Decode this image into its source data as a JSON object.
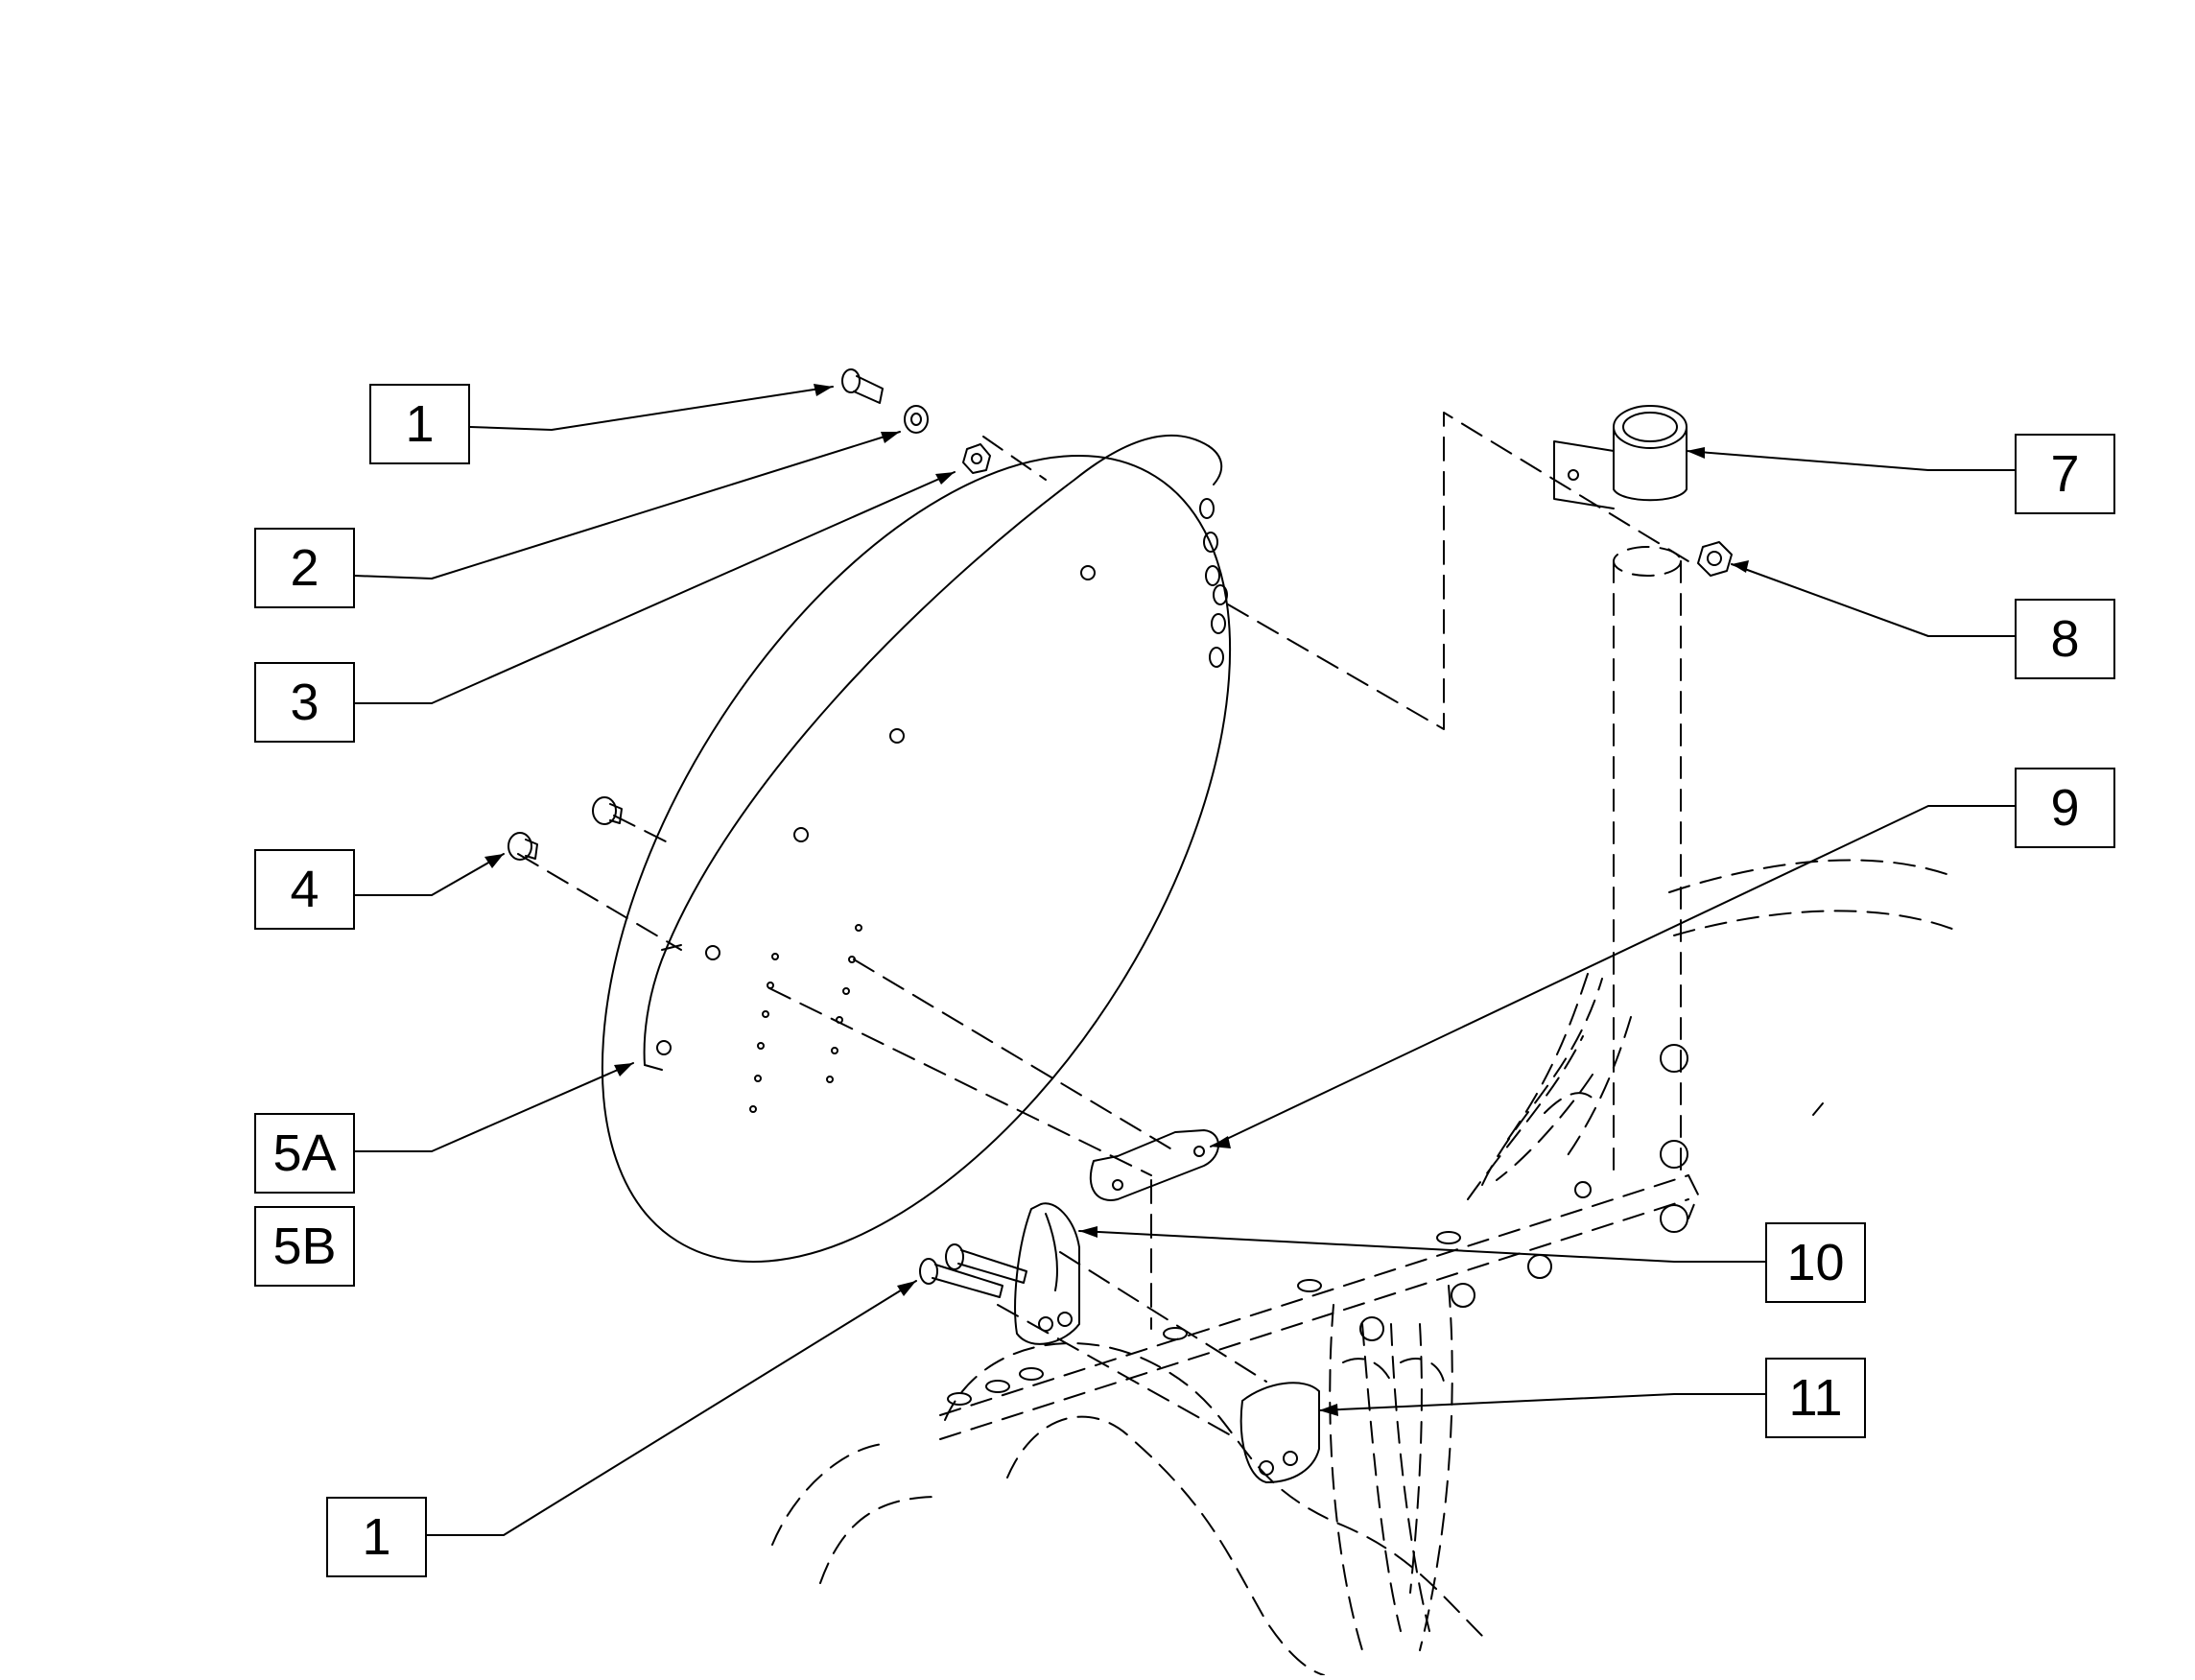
{
  "callouts": {
    "c1_top": "1",
    "c2": "2",
    "c3": "3",
    "c4": "4",
    "c5a": "5A",
    "c5b": "5B",
    "c1_bottom": "1",
    "c7": "7",
    "c8": "8",
    "c9": "9",
    "c10": "10",
    "c11": "11"
  },
  "colors": {
    "line": "#000000",
    "background": "#ffffff"
  }
}
